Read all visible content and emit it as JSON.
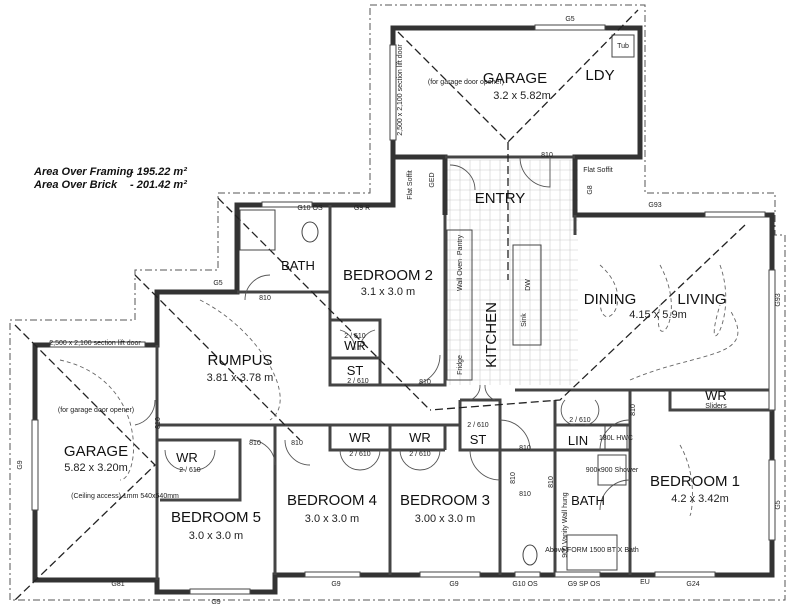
{
  "areas": [
    {
      "label": "Area Over Framing",
      "value": "- 195.22 m²"
    },
    {
      "label": "Area Over Brick",
      "value": "- 201.42 m²"
    }
  ],
  "rooms": {
    "garage_top": {
      "name": "GARAGE",
      "size": "3.2 x 5.82m"
    },
    "laundry": {
      "name": "LDY"
    },
    "entry": {
      "name": "ENTRY"
    },
    "kitchen": {
      "name": "KITCHEN"
    },
    "dining": {
      "name": "DINING"
    },
    "living": {
      "name": "LIVING",
      "size": "4.15 x 5.9m"
    },
    "bath_top": {
      "name": "BATH"
    },
    "bedroom2": {
      "name": "BEDROOM 2",
      "size": "3.1 x 3.0 m"
    },
    "rumpus": {
      "name": "RUMPUS",
      "size": "3.81 x 3.78 m"
    },
    "wr_b2": {
      "name": "WR",
      "door": "2 / 610"
    },
    "st_b2": {
      "name": "ST",
      "door": "2 / 610"
    },
    "garage_left": {
      "name": "GARAGE",
      "size": "5.82 x 3.20m"
    },
    "wr_b5": {
      "name": "WR",
      "door": "2 / 610"
    },
    "bedroom5": {
      "name": "BEDROOM 5",
      "size": "3.0 x 3.0 m"
    },
    "wr_b4": {
      "name": "WR",
      "door": "2 / 610"
    },
    "bedroom4": {
      "name": "BEDROOM 4",
      "size": "3.0 x 3.0 m"
    },
    "wr_b3": {
      "name": "WR",
      "door": "2 / 610"
    },
    "bedroom3": {
      "name": "BEDROOM 3",
      "size": "3.00 x 3.0 m"
    },
    "st_hall": {
      "name": "ST",
      "door": "2 / 610"
    },
    "linen": {
      "name": "LIN",
      "door": "2 / 610"
    },
    "bath_main": {
      "name": "BATH"
    },
    "bedroom1": {
      "name": "BEDROOM 1",
      "size": "4.2 x 3.42m"
    },
    "wr_b1": {
      "name": "WR",
      "note": "Sliders"
    }
  },
  "notes": {
    "garage_door_top": "2,500 x 2,100 section lift door",
    "garage_door_left": "2,500 x 2,100 section lift door",
    "opener_top": "(for garage door opener)",
    "opener_left": "(for garage door opener)",
    "ceiling_access": "(Ceiling access) 1mm 540x540mm",
    "tub": "Tub",
    "flat_soffit_1": "Flat Soffit",
    "flat_soffit_2": "Flat Soffit",
    "ged": "GED",
    "pantry": "Pantry",
    "wall_oven": "Wall Oven",
    "fridge": "Fridge",
    "sink": "Sink",
    "dw": "DW",
    "hwc": "180L HWC",
    "shower": "900x900 Shower",
    "vanity": "900 Vanity Wall hung",
    "bath_tub": "Above FORM 1500 BT X Bath",
    "eu": "EU"
  },
  "windows": [
    "G5",
    "G10 OS",
    "G9 R",
    "G5",
    "G93",
    "G93",
    "G9",
    "G81",
    "G9",
    "G9",
    "G9",
    "G10 OS",
    "G9 SP OS",
    "G24",
    "G5",
    "G8"
  ],
  "doors": [
    "810",
    "810",
    "810",
    "810",
    "810",
    "810",
    "810",
    "810",
    "810",
    "810",
    "810"
  ]
}
